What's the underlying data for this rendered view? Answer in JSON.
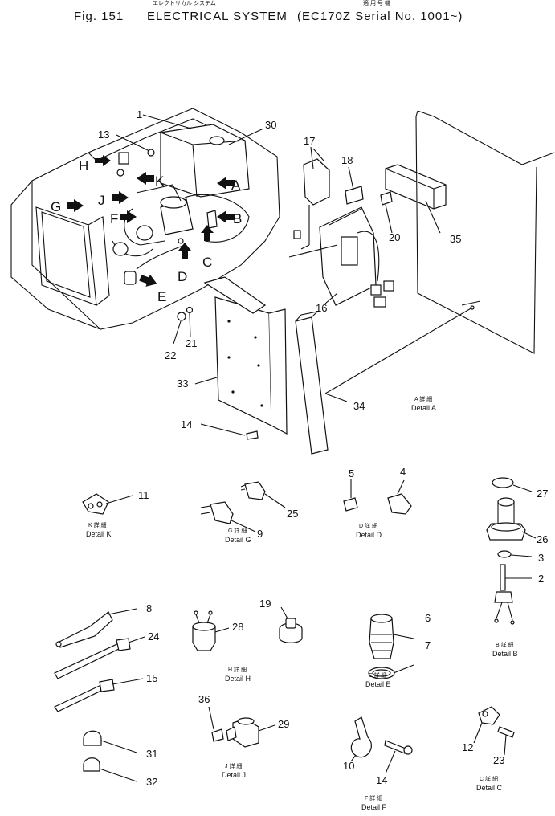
{
  "header": {
    "jp_left": "エレクトリカル システム",
    "jp_right": "適 用 号 機",
    "fig_label": "Fig. 151",
    "title": "ELECTRICAL SYSTEM",
    "applicability": "(EC170Z Serial No. 1001~)"
  },
  "view_letters": [
    "H",
    "K",
    "A",
    "G",
    "J",
    "F",
    "B",
    "C",
    "D",
    "E"
  ],
  "callouts": {
    "p1": "1",
    "p2": "2",
    "p3": "3",
    "p4": "4",
    "p5": "5",
    "p6": "6",
    "p7": "7",
    "p8": "8",
    "p9": "9",
    "p10": "10",
    "p11": "11",
    "p12": "12",
    "p13": "13",
    "p14a": "14",
    "p14b": "14",
    "p15": "15",
    "p16": "16",
    "p17": "17",
    "p18": "18",
    "p19": "19",
    "p20": "20",
    "p21": "21",
    "p22": "22",
    "p23": "23",
    "p24": "24",
    "p25": "25",
    "p26": "26",
    "p27": "27",
    "p28": "28",
    "p29": "29",
    "p30": "30",
    "p31": "31",
    "p32": "32",
    "p33": "33",
    "p34": "34",
    "p35": "35",
    "p36": "36"
  },
  "details": {
    "A": {
      "jp": "A 詳 細",
      "label": "Detail A"
    },
    "K": {
      "jp": "K 詳 細",
      "label": "Detail K"
    },
    "G": {
      "jp": "G 詳 細",
      "label": "Detail G"
    },
    "D": {
      "jp": "D 詳 細",
      "label": "Detail D"
    },
    "B": {
      "jp": "B 詳 細",
      "label": "Detail B"
    },
    "H": {
      "jp": "H 詳 細",
      "label": "Detail H"
    },
    "E": {
      "jp": "E 詳 細",
      "label": "Detail E"
    },
    "J": {
      "jp": "J 詳 細",
      "label": "Detail J"
    },
    "C": {
      "jp": "C 詳 細",
      "label": "Detail C"
    },
    "F": {
      "jp": "F 詳 細",
      "label": "Detail F"
    }
  }
}
